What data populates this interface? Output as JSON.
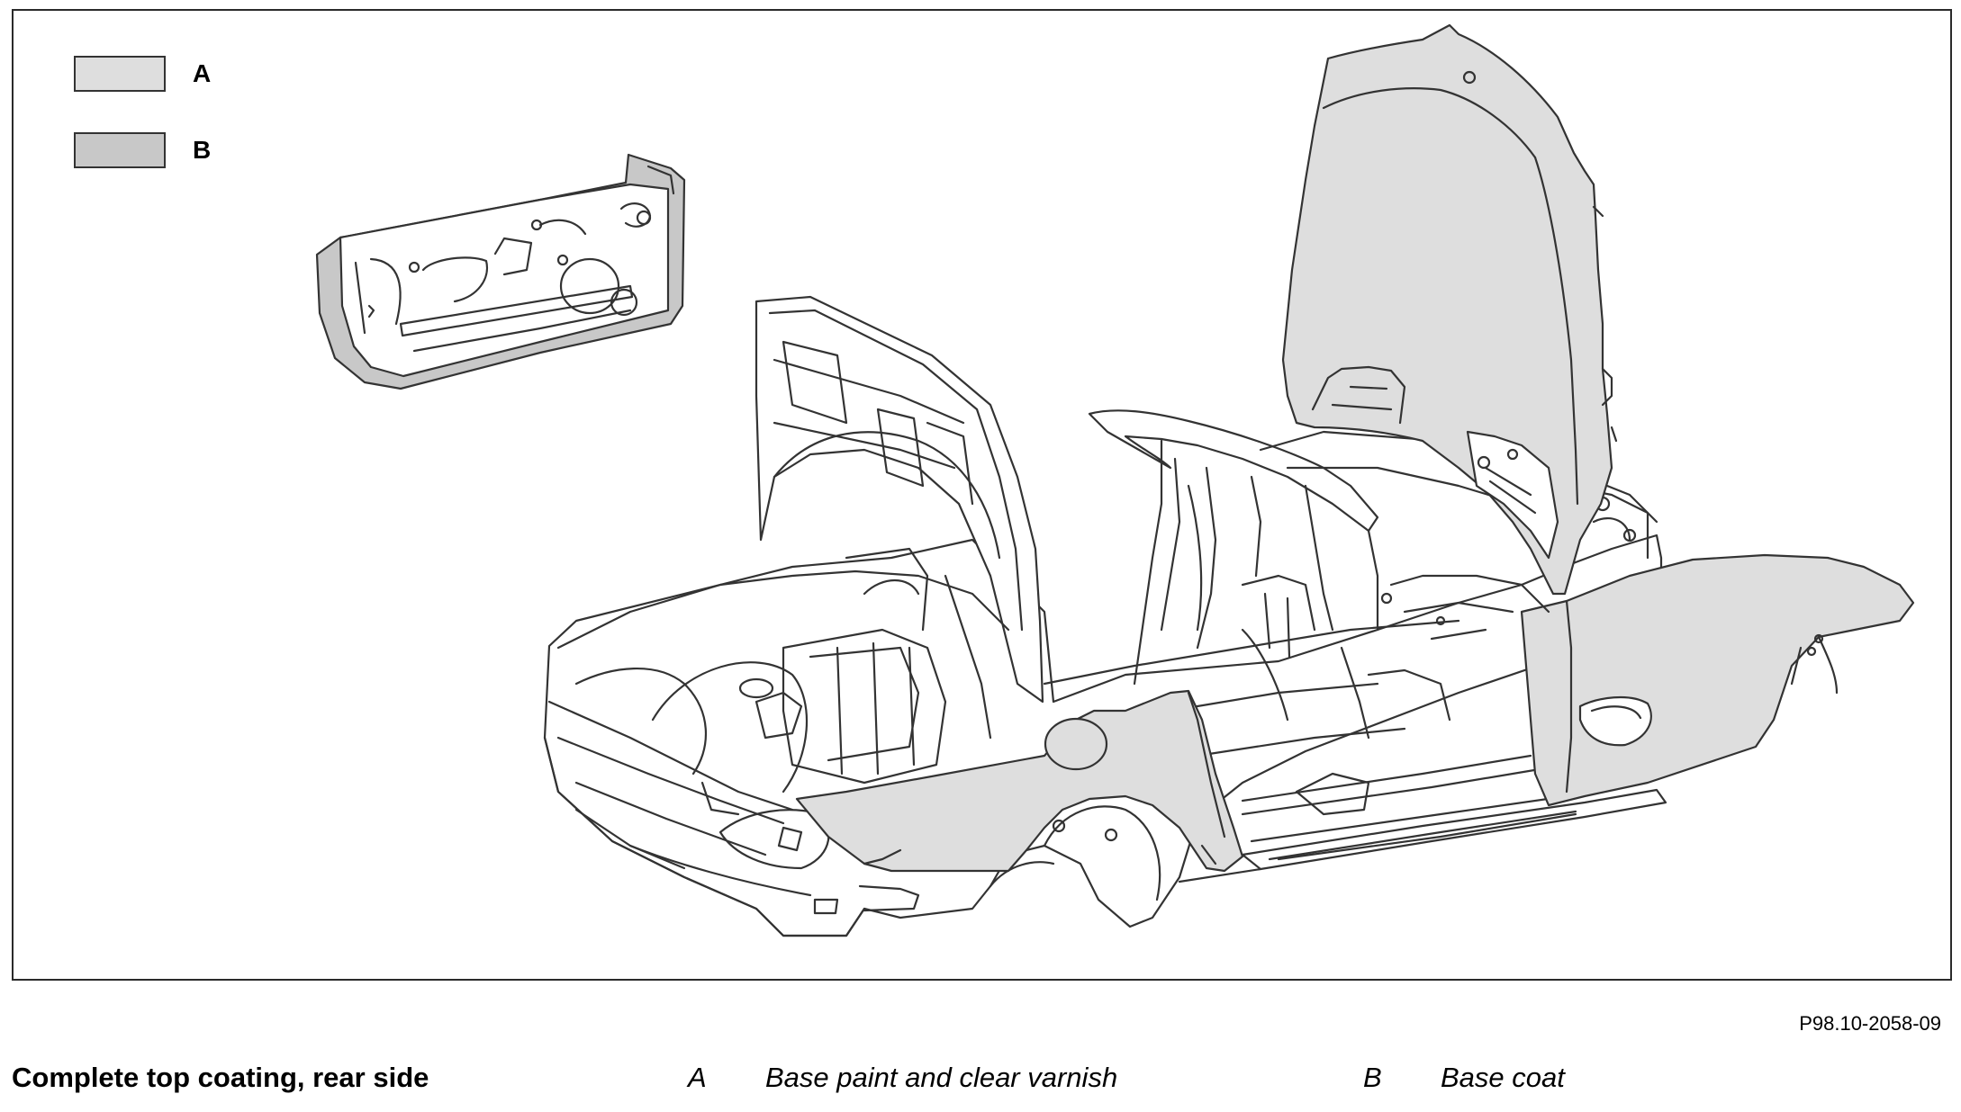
{
  "legend": [
    {
      "letter": "A",
      "color": "#dedede"
    },
    {
      "letter": "B",
      "color": "#c8c8c8"
    }
  ],
  "figure_id": "P98.10-2058-09",
  "caption": {
    "title": "Complete top coating, rear side",
    "keys": [
      {
        "letter": "A",
        "text": "Base paint and clear varnish"
      },
      {
        "letter": "B",
        "text": "Base coat"
      }
    ]
  },
  "colors": {
    "coat_a": "#dedede",
    "coat_b": "#c8c8c8",
    "line": "#333333"
  }
}
